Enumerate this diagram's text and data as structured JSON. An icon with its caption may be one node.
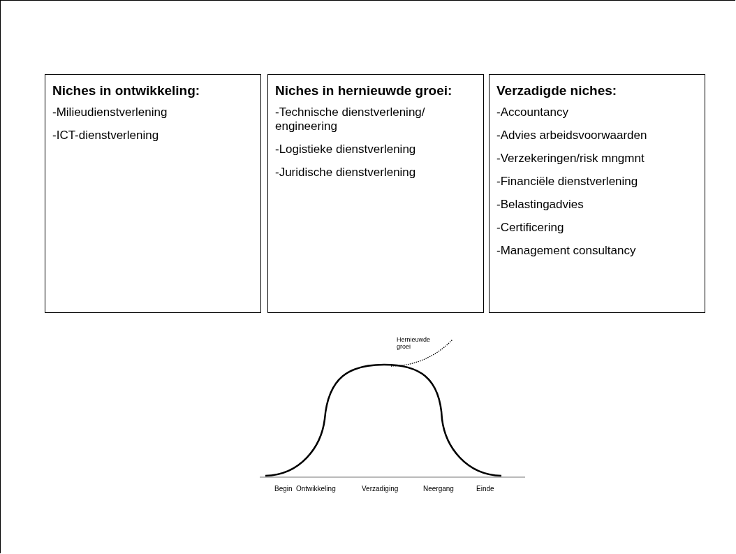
{
  "diagram": {
    "nodes": [
      {
        "text": [
          "Niches in ontwikkeling:",
          "-Milieudienstverlening",
          "-ICT-dienstverlening"
        ]
      },
      {
        "text": [
          "Niches in hernieuwde groei:",
          "-Technische dienstverlening/ engineering",
          "-Logistieke dienstverlening",
          "-Juridische dienstverlening"
        ]
      },
      {
        "text": [
          "Verzadigde niches:",
          "-Accountancy",
          "-Advies arbeidsvoorwaarden",
          "-Verzekeringen/risk mngmnt",
          "-Financiële dienstverlening",
          "-Belastingadvies",
          "-Certificering",
          "-Management consultancy"
        ]
      }
    ],
    "labels": [
      "Hernieuwde groei",
      "Begin",
      "Ontwikkeling",
      "Verzadiging",
      "Neergang",
      "Einde"
    ]
  }
}
